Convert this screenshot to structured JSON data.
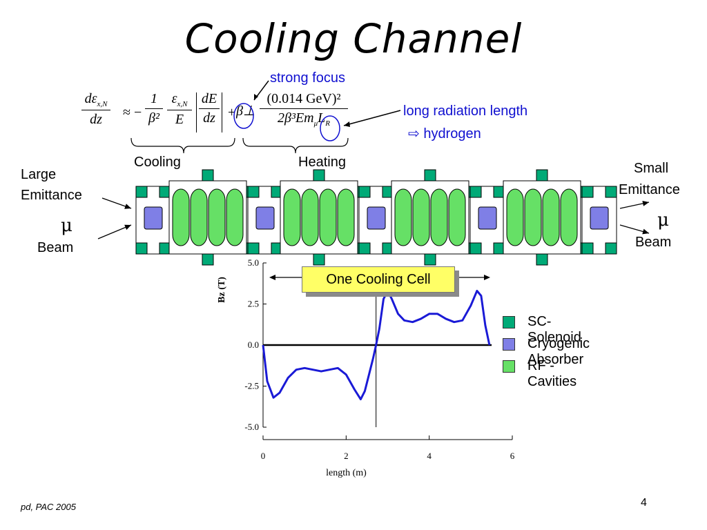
{
  "title": "Cooling Channel",
  "annotations": {
    "strong_focus": "strong focus",
    "long_radiation": "long radiation length",
    "hydrogen": "⇨ hydrogen",
    "cooling": "Cooling",
    "heating": "Heating",
    "large": "Large",
    "emittance_left": "Emittance",
    "mu_left": "μ",
    "beam_left": "Beam",
    "small": "Small",
    "emittance_right": "Emittance",
    "mu_right": "μ",
    "beam_right": "Beam",
    "one_cooling_cell": "One Cooling Cell"
  },
  "equation": {
    "lhs_num": "dε",
    "lhs_sub": "x,N",
    "lhs_den": "dz",
    "approx": "≈ −",
    "f1_num": "1",
    "f1_den": "β²",
    "f2_num": "ε",
    "f2_sub": "x,N",
    "f2_den": "E",
    "f3_num": "dE",
    "f3_den": "dz",
    "plus": "+",
    "beta_perp": "β⊥",
    "f4_num": "(0.014 GeV)²",
    "f4_den_a": "2β³Em",
    "f4_den_mu": "μ",
    "f4_den_L": "L",
    "f4_den_R": "R"
  },
  "legend": [
    {
      "label": "SC-Solenoid",
      "color": "#00aa77"
    },
    {
      "label": "Cryogenic Absorber",
      "color": "#7f7fe6"
    },
    {
      "label": "RF -Cavities",
      "color": "#66e066"
    }
  ],
  "plot": {
    "ylabel": "Bz (T)",
    "xlabel": "length (m)",
    "yticks": [
      "5.0",
      "2.5",
      "0.0",
      "-2.5",
      "-5.0"
    ],
    "xticks": [
      "0",
      "2",
      "4",
      "6"
    ],
    "xlim": [
      0,
      6
    ],
    "ylim": [
      -5,
      5
    ],
    "curve_color": "#1a1ad6",
    "curve_x": [
      0,
      0.1,
      0.25,
      0.4,
      0.6,
      0.8,
      1.0,
      1.2,
      1.4,
      1.6,
      1.8,
      2.0,
      2.2,
      2.35,
      2.45,
      2.55,
      2.65,
      2.72,
      2.8,
      2.9,
      3.0,
      3.1,
      3.25,
      3.4,
      3.6,
      3.8,
      4.0,
      4.2,
      4.4,
      4.6,
      4.8,
      5.0,
      5.15,
      5.25,
      5.35,
      5.45
    ],
    "curve_y": [
      0,
      -2.2,
      -3.2,
      -2.9,
      -2.0,
      -1.5,
      -1.4,
      -1.5,
      -1.6,
      -1.5,
      -1.4,
      -1.8,
      -2.7,
      -3.3,
      -2.8,
      -1.8,
      -0.8,
      0.0,
      1.0,
      2.8,
      3.3,
      2.8,
      1.9,
      1.5,
      1.4,
      1.6,
      1.9,
      1.9,
      1.6,
      1.4,
      1.5,
      2.4,
      3.3,
      3.0,
      1.2,
      0.0
    ]
  },
  "footer": "pd, PAC 2005",
  "page_number": "4"
}
